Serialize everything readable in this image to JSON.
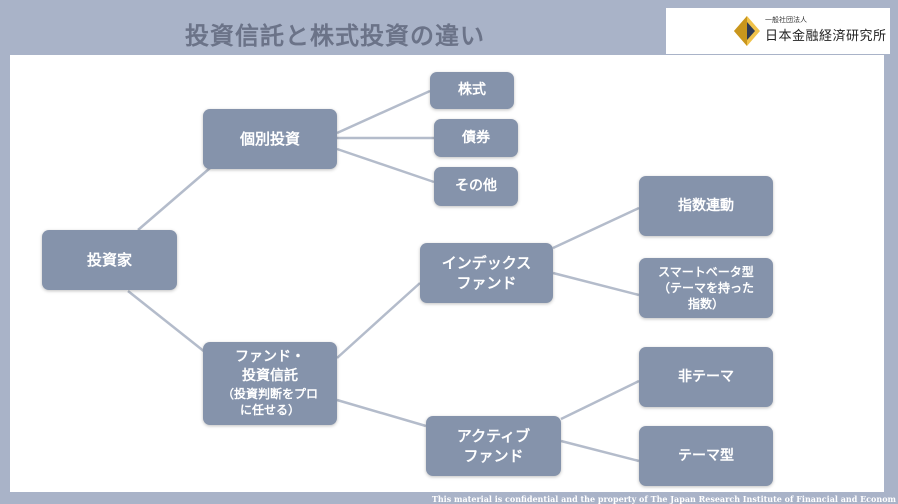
{
  "header": {
    "title": "投資信託と株式投資の違い",
    "logo_small": "一般社団法人",
    "logo_main": "日本金融経済研究所",
    "accent": "#8593ab"
  },
  "nodes": {
    "investor": "投資家",
    "individual": "個別投資",
    "stocks": "株式",
    "bonds": "債券",
    "other": "その他",
    "fund": [
      "ファンド・",
      "投資信託",
      "（投資判断をプロ",
      "に任せる）"
    ],
    "index_fund": [
      "インデックス",
      "ファンド"
    ],
    "active_fund": [
      "アクティブ",
      "ファンド"
    ],
    "index_linked": "指数連動",
    "smart_beta": [
      "スマートベータ型",
      "（テーマを持った",
      "指数）"
    ],
    "non_theme": "非テーマ",
    "theme": "テーマ型"
  },
  "footer": "This material is confidential and the property of The Japan Research Institute of Financial and Econom"
}
